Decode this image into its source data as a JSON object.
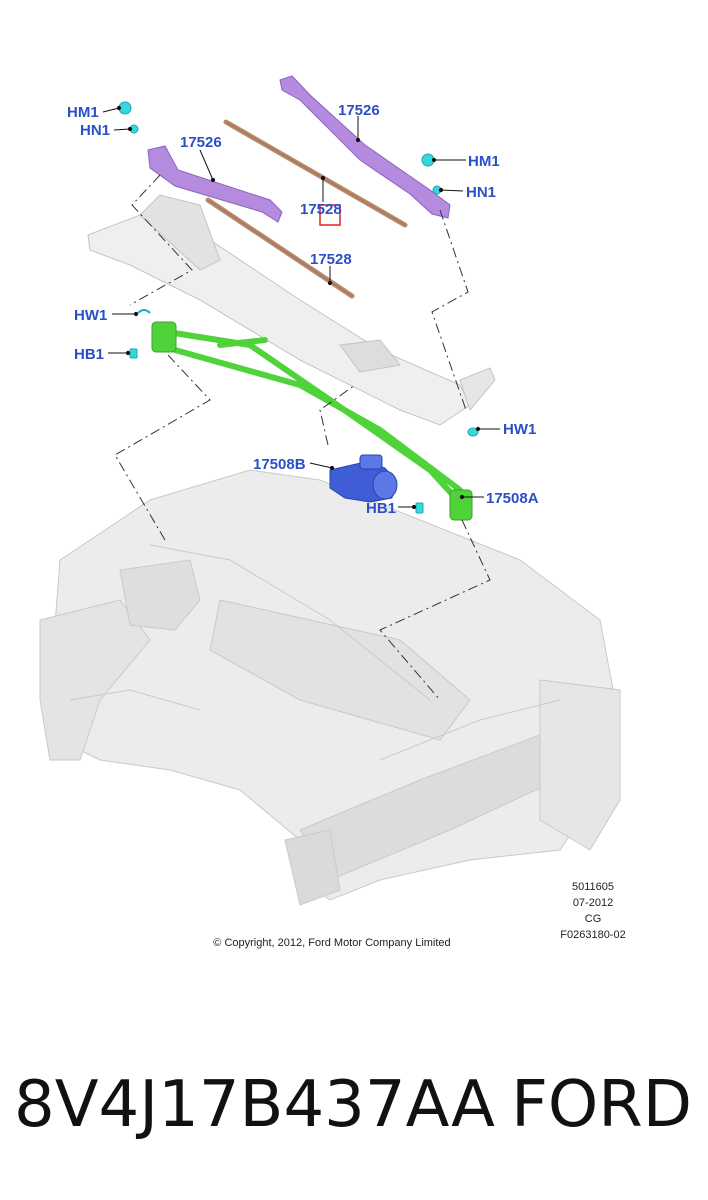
{
  "callouts": {
    "hm1_left": "HM1",
    "hn1_left": "HN1",
    "arm_left": "17526",
    "arm_right": "17526",
    "hm1_right": "HM1",
    "hn1_right": "HN1",
    "blade_upper": "17528",
    "blade_lower": "17528",
    "hw1_left": "HW1",
    "hb1_left": "HB1",
    "hw1_right": "HW1",
    "motor": "17508B",
    "linkage": "17508A",
    "hb1_right": "HB1"
  },
  "meta": {
    "line1": "5011605",
    "line2": "07-2012",
    "line3": "CG",
    "line4": "F0263180-02"
  },
  "copyright": "© Copyright, 2012, Ford Motor Company Limited",
  "part_number": "8V4J17B437AA",
  "brand": "FORD",
  "colors": {
    "callout_text": "#2a4fc7",
    "wiper_arm": "#b58be0",
    "wiper_blade": "#b8896a",
    "linkage": "#4fd23a",
    "motor": "#3f5ed6",
    "fastener": "#35d6e0",
    "body_structure": "#ebebeb"
  }
}
